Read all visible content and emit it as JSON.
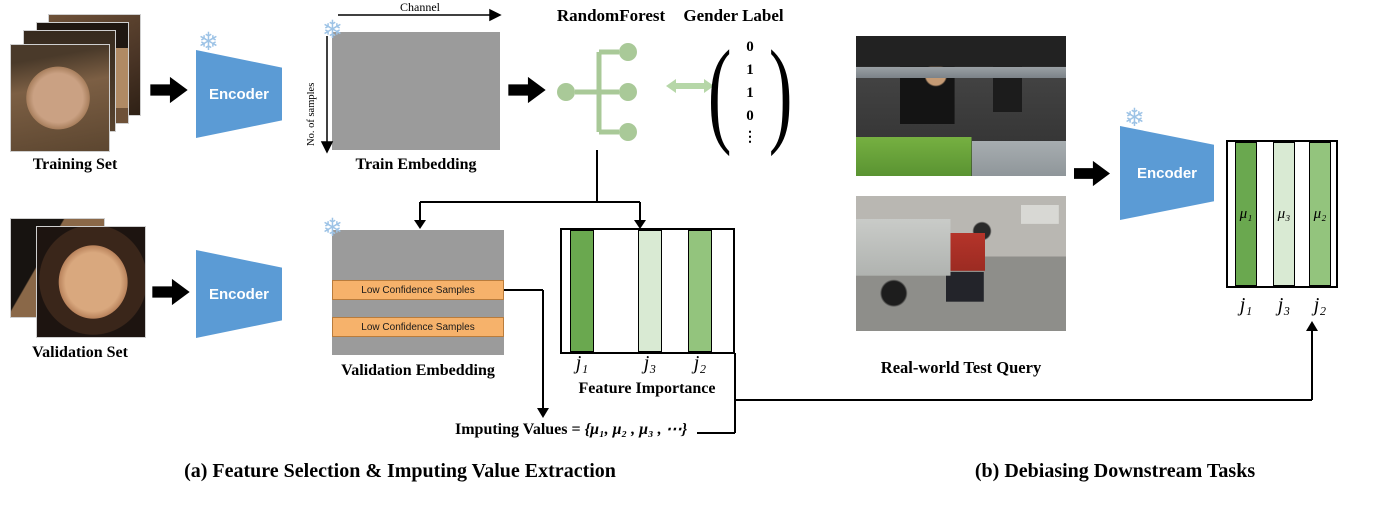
{
  "colors": {
    "encoder_blue": "#5b9bd5",
    "embedding_gray": "#9b9b9b",
    "low_confidence_orange": "#f6b26b",
    "forest_green": "#a9c998",
    "arrow_green": "#b6d7a8",
    "bar_dark_green": "#6aa84f",
    "bar_light_green": "#d9ead3",
    "bar_mid_green": "#93c47d",
    "snowflake_blue": "#9dc3e6"
  },
  "icons": {
    "snowflake": "❄"
  },
  "panel_a": {
    "caption": "(a) Feature Selection & Imputing Value Extraction",
    "training_set_label": "Training Set",
    "validation_set_label": "Validation Set",
    "encoder_top_label": "Encoder",
    "encoder_bottom_label": "Encoder",
    "train_embedding": {
      "label": "Train Embedding",
      "x_axis": "Channel",
      "y_axis": "No. of samples"
    },
    "random_forest_label": "RandomForest",
    "gender_label": {
      "title": "Gender Label",
      "paren_open": "(",
      "paren_close": ")",
      "values": [
        "0",
        "1",
        "1",
        "0"
      ],
      "ellipsis": "⋮"
    },
    "validation_embedding": {
      "label": "Validation Embedding",
      "low_confidence_rows": [
        "Low Confidence Samples",
        "Low Confidence Samples"
      ]
    },
    "feature_importance": {
      "label": "Feature Importance",
      "bar_labels": [
        "j₁",
        "j₃",
        "j₂"
      ]
    },
    "imputing_values": {
      "prefix": "Imputing Values = ",
      "math": "{μ₁, μ₂ , μ₃ , ⋯}"
    }
  },
  "panel_b": {
    "caption": "(b) Debiasing Downstream Tasks",
    "query_label": "Real-world Test Query",
    "encoder_label": "Encoder",
    "output_bars": [
      {
        "mu": "μ₁",
        "j": "j₁"
      },
      {
        "mu": "μ₃",
        "j": "j₃"
      },
      {
        "mu": "μ₂",
        "j": "j₂"
      }
    ]
  }
}
